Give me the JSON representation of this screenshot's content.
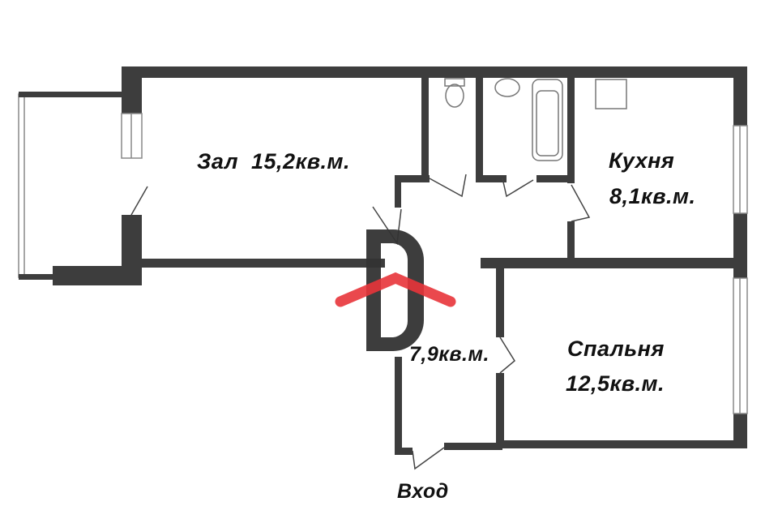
{
  "plan": {
    "rooms": [
      {
        "name": "Зал",
        "area": "15,2кв.м."
      },
      {
        "name": "Кухня",
        "area": "8,1кв.м."
      },
      {
        "name": "",
        "area": "7,9кв.м."
      },
      {
        "name": "Спальня",
        "area": "12,5кв.м."
      }
    ],
    "entrance_label": "Вход"
  },
  "colors": {
    "wall": "#3d3d3d",
    "logo_dark": "#333333",
    "logo_accent": "#e8343a"
  },
  "logo": {
    "letter": "D"
  }
}
